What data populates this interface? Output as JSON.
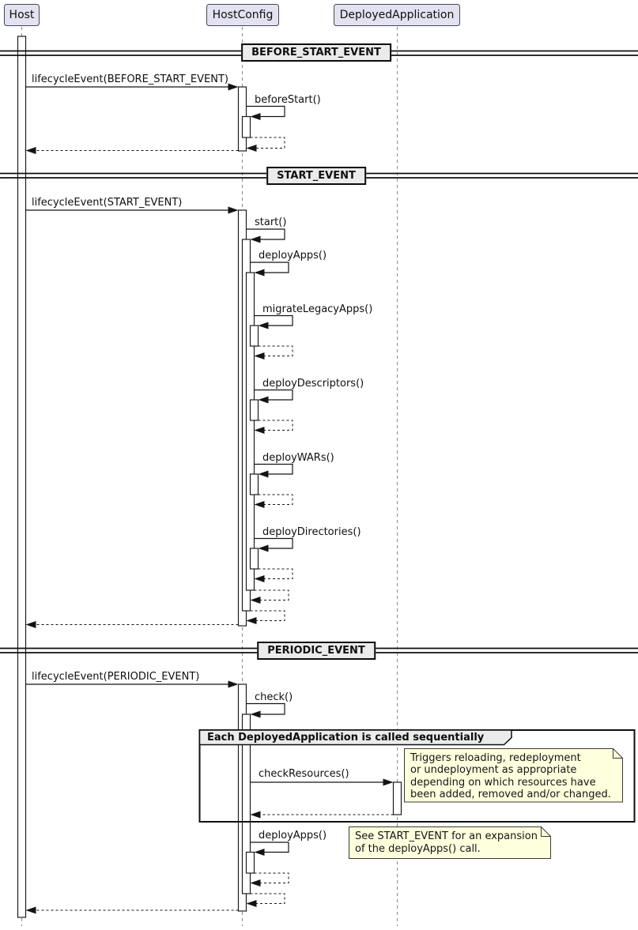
{
  "participants": [
    {
      "name": "Host"
    },
    {
      "name": "HostConfig"
    },
    {
      "name": "DeployedApplication"
    }
  ],
  "dividers": [
    {
      "label": "BEFORE_START_EVENT"
    },
    {
      "label": "START_EVENT"
    },
    {
      "label": "PERIODIC_EVENT"
    }
  ],
  "messages": {
    "lifecycle_before_start": {
      "label": "lifecycleEvent(BEFORE_START_EVENT)",
      "from": "Host",
      "to": "HostConfig",
      "kind": "call"
    },
    "before_start": {
      "label": "beforeStart()",
      "from": "HostConfig",
      "to": "HostConfig",
      "kind": "self-call"
    },
    "lifecycle_start": {
      "label": "lifecycleEvent(START_EVENT)",
      "from": "Host",
      "to": "HostConfig",
      "kind": "call"
    },
    "start": {
      "label": "start()",
      "from": "HostConfig",
      "to": "HostConfig",
      "kind": "self-call"
    },
    "deploy_apps": {
      "label": "deployApps()",
      "from": "HostConfig",
      "to": "HostConfig",
      "kind": "self-call"
    },
    "migrate_legacy_apps": {
      "label": "migrateLegacyApps()",
      "from": "HostConfig",
      "to": "HostConfig",
      "kind": "self-call"
    },
    "deploy_descriptors": {
      "label": "deployDescriptors()",
      "from": "HostConfig",
      "to": "HostConfig",
      "kind": "self-call"
    },
    "deploy_wars": {
      "label": "deployWARs()",
      "from": "HostConfig",
      "to": "HostConfig",
      "kind": "self-call"
    },
    "deploy_directories": {
      "label": "deployDirectories()",
      "from": "HostConfig",
      "to": "HostConfig",
      "kind": "self-call"
    },
    "lifecycle_periodic": {
      "label": "lifecycleEvent(PERIODIC_EVENT)",
      "from": "Host",
      "to": "HostConfig",
      "kind": "call"
    },
    "check": {
      "label": "check()",
      "from": "HostConfig",
      "to": "HostConfig",
      "kind": "self-call"
    },
    "check_resources": {
      "label": "checkResources()",
      "from": "HostConfig",
      "to": "DeployedApplication",
      "kind": "call"
    },
    "deploy_apps_periodic": {
      "label": "deployApps()",
      "from": "HostConfig",
      "to": "HostConfig",
      "kind": "self-call"
    }
  },
  "group": {
    "label": "Each DeployedApplication is called sequentially"
  },
  "notes": [
    {
      "lines": [
        "Triggers reloading, redeployment",
        "or undeployment as appropriate",
        "depending on which resources have",
        "been added, removed and/or changed."
      ]
    },
    {
      "lines": [
        "See START_EVENT for an expansion",
        "of the deployApps() call."
      ]
    }
  ],
  "colors": {
    "participant_fill": "#E2E2F0",
    "participant_border": "#45455F",
    "note_fill": "#FEFFDD",
    "divider_fill": "#EBEBEB",
    "line": "#141414",
    "lifeline": "#8A8A8A"
  }
}
